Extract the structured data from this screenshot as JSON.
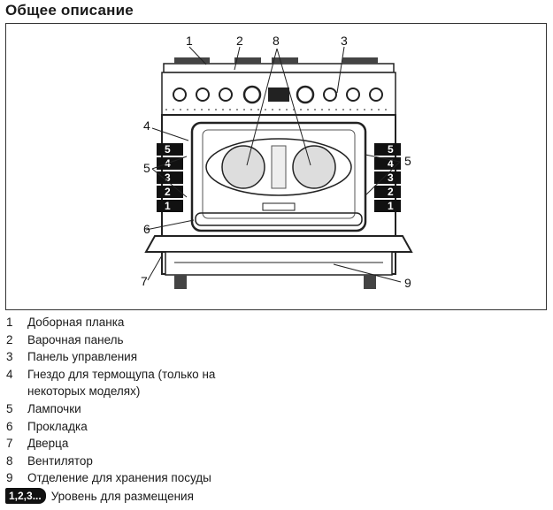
{
  "title": "Общее описание",
  "callouts": {
    "c1": "1",
    "c2": "2",
    "c3": "3",
    "c4": "4",
    "c5l": "5",
    "c5r": "5",
    "c6": "6",
    "c7": "7",
    "c8": "8",
    "c9": "9"
  },
  "levels_shown": [
    "5",
    "4",
    "3",
    "2",
    "1"
  ],
  "legend": [
    {
      "num": "1",
      "text": "Доборная планка"
    },
    {
      "num": "2",
      "text": "Варочная панель"
    },
    {
      "num": "3",
      "text": "Панель управления"
    },
    {
      "num": "4",
      "text": "Гнездо для термощупа (только на некоторых моделях)"
    },
    {
      "num": "5",
      "text": "Лампочки"
    },
    {
      "num": "6",
      "text": "Прокладка"
    },
    {
      "num": "7",
      "text": "Дверца"
    },
    {
      "num": "8",
      "text": "Вентилятор"
    },
    {
      "num": "9",
      "text": "Отделение для хранения посуды"
    }
  ],
  "levels": {
    "badge": "1,2,3...",
    "text": "Уровень для размещения"
  }
}
